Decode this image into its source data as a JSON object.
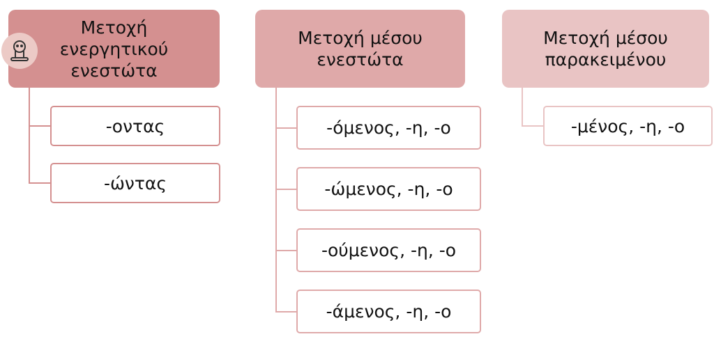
{
  "colors": {
    "level1": "#d49090",
    "level2": "#dfa9a9",
    "level3": "#e9c4c4"
  },
  "groups": [
    {
      "title_lines": [
        "Μετοχή",
        "ενεργητικού",
        "ενεστώτα"
      ],
      "endings": [
        "-οντας",
        "-ώντας"
      ]
    },
    {
      "title_lines": [
        "Μετοχή μέσου",
        "ενεστώτα"
      ],
      "endings": [
        "-όμενος, -η, -ο",
        "-ώμενος, -η, -ο",
        "-ούμενος, -η, -ο",
        "-άμενος, -η, -ο"
      ]
    },
    {
      "title_lines": [
        "Μετοχή μέσου",
        "παρακειμένου"
      ],
      "endings": [
        "-μένος, -η, -ο"
      ]
    }
  ]
}
